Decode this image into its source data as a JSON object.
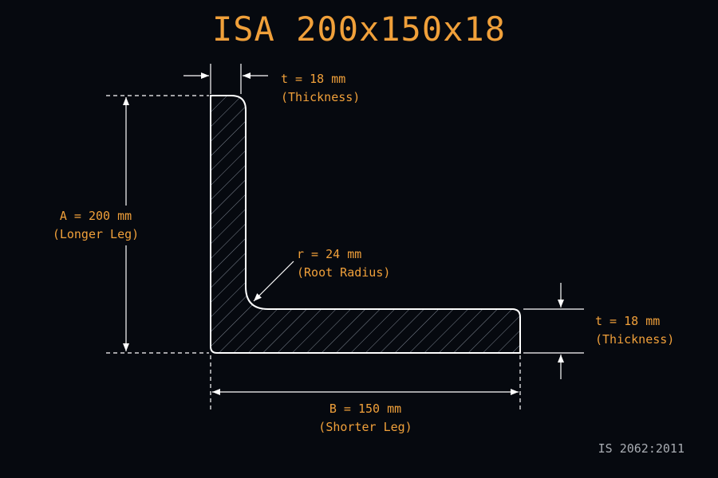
{
  "title": "ISA 200x150x18",
  "labels": {
    "thickness_top": {
      "value": "t = 18 mm",
      "desc": "(Thickness)"
    },
    "longer_leg": {
      "value": "A = 200 mm",
      "desc": "(Longer Leg)"
    },
    "root_radius": {
      "value": "r = 24 mm",
      "desc": "(Root Radius)"
    },
    "thickness_right": {
      "value": "t = 18 mm",
      "desc": "(Thickness)"
    },
    "shorter_leg": {
      "value": "B = 150 mm",
      "desc": "(Shorter Leg)"
    }
  },
  "standard": "IS 2062:2011",
  "colors": {
    "background": "#06090f",
    "accent": "#f0a03a",
    "line": "#ffffff",
    "hatch": "#7d8591",
    "muted": "#a9adb3"
  }
}
